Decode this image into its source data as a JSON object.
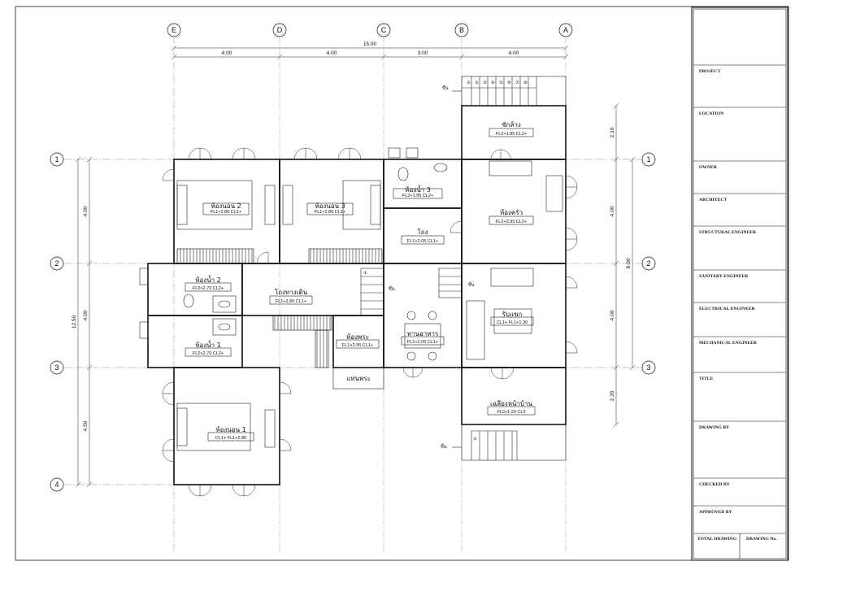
{
  "grid": {
    "columns": [
      "E",
      "D",
      "C",
      "B",
      "A"
    ],
    "rows": [
      "1",
      "2",
      "3",
      "4"
    ]
  },
  "dimensions": {
    "top_total": "15.00",
    "top_spans": [
      "4.00",
      "4.00",
      "3.00",
      "4.00"
    ],
    "left_total": "12.50",
    "left_spans": [
      "4.00",
      "4.00",
      "4.50"
    ],
    "right_total": "8.00",
    "right_spans": [
      "2.10",
      "4.00",
      "4.00",
      "2.20"
    ]
  },
  "rooms": [
    {
      "id": "bedroom2",
      "name": "ห้องนอน 2",
      "sub": "FL1+2.80  CL1+"
    },
    {
      "id": "bedroom3",
      "name": "ห้องนอน 3",
      "sub": "FL1+2.80  CL1+"
    },
    {
      "id": "bath3",
      "name": "ห้องน้ำ 3",
      "sub": "FL2+1.95  CL2+"
    },
    {
      "id": "hall",
      "name": "โถง",
      "sub": "FL1+2.05  CL1+"
    },
    {
      "id": "laundry",
      "name": "ซักล้าง",
      "sub": "FL2+1.85  CL2+"
    },
    {
      "id": "kitchen",
      "name": "ห้องครัว",
      "sub": "FL2+2.05  CL2+"
    },
    {
      "id": "bath2",
      "name": "ห้องน้ำ 2",
      "sub": "FL2+2.70  CL2+"
    },
    {
      "id": "corridor",
      "name": "โถงทางเดิน",
      "sub": "FL1+2.80  CL1+"
    },
    {
      "id": "bath1",
      "name": "ห้องน้ำ 1",
      "sub": "FL2+2.70  CL2+"
    },
    {
      "id": "shrine",
      "name": "ห้องพระ",
      "sub": "FL1+2.95  CL1+"
    },
    {
      "id": "dining",
      "name": "ทานอาหาร",
      "sub": "FL1+2.05  CL1+"
    },
    {
      "id": "living",
      "name": "รับแขก",
      "sub": "CL1+    FL1+1.30"
    },
    {
      "id": "terrace",
      "name": "เฉลียงหน้าบ้าน",
      "sub": "FL2+1.20  CL3"
    },
    {
      "id": "bedroom1",
      "name": "ห้องนอน 1",
      "sub": "CL1+    FL1+2.80"
    }
  ],
  "labels": {
    "altar": "แท่นพระ",
    "up": "ขึ้น",
    "stair_numbers": [
      "①",
      "②",
      "③",
      "④",
      "⑤",
      "⑥",
      "⑦",
      "⑧"
    ]
  },
  "title_block": {
    "fields": [
      "PROJECT",
      "LOCATION",
      "OWNER",
      "ARCHITECT",
      "STRUCTURAL ENGINEER",
      "SANITARY ENGINEER",
      "ELECTRICAL ENGINEER",
      "MECHANICAL ENGINEER",
      "TITLE",
      "DRAWING BY",
      "CHECKED BY",
      "APPROVED BY"
    ],
    "total_drawing": "TOTAL DRAWING",
    "drawing_no": "DRAWING No."
  }
}
